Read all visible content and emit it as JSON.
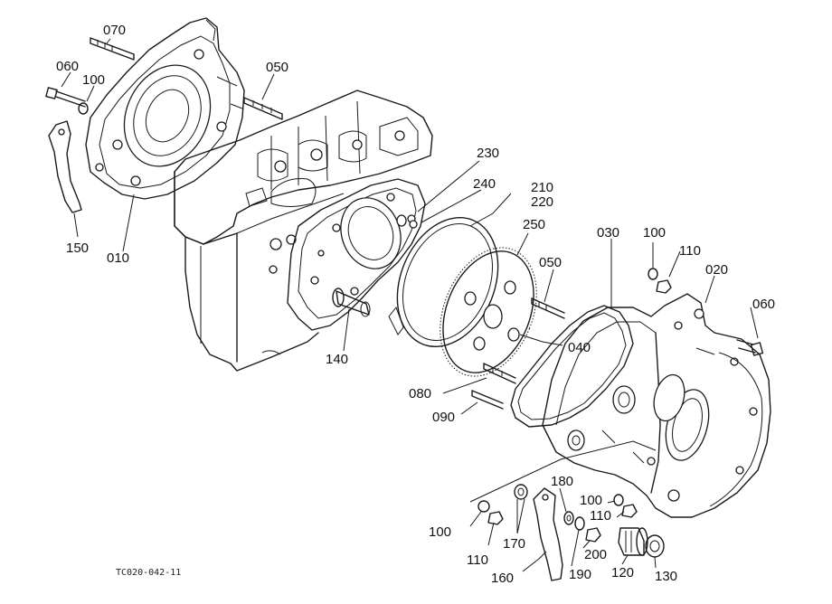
{
  "diagram": {
    "labels": [
      {
        "id": "l070a",
        "text": "070"
      },
      {
        "id": "l060a",
        "text": "060"
      },
      {
        "id": "l100a",
        "text": "100"
      },
      {
        "id": "l050a",
        "text": "050"
      },
      {
        "id": "l150",
        "text": "150"
      },
      {
        "id": "l010",
        "text": "010"
      },
      {
        "id": "l230",
        "text": "230"
      },
      {
        "id": "l240",
        "text": "240"
      },
      {
        "id": "l210",
        "text": "210"
      },
      {
        "id": "l220",
        "text": "220"
      },
      {
        "id": "l250",
        "text": "250"
      },
      {
        "id": "l030",
        "text": "030"
      },
      {
        "id": "l100b",
        "text": "100"
      },
      {
        "id": "l110a",
        "text": "110"
      },
      {
        "id": "l020",
        "text": "020"
      },
      {
        "id": "l050b",
        "text": "050"
      },
      {
        "id": "l060b",
        "text": "060"
      },
      {
        "id": "l140",
        "text": "140"
      },
      {
        "id": "l040",
        "text": "040"
      },
      {
        "id": "l080",
        "text": "080"
      },
      {
        "id": "l090",
        "text": "090"
      },
      {
        "id": "l180",
        "text": "180"
      },
      {
        "id": "l100c",
        "text": "100"
      },
      {
        "id": "l110b",
        "text": "110"
      },
      {
        "id": "l100d",
        "text": "100"
      },
      {
        "id": "l110c",
        "text": "110"
      },
      {
        "id": "l170",
        "text": "170"
      },
      {
        "id": "l200",
        "text": "200"
      },
      {
        "id": "l160",
        "text": "160"
      },
      {
        "id": "l190",
        "text": "190"
      },
      {
        "id": "l120",
        "text": "120"
      },
      {
        "id": "l130",
        "text": "130"
      }
    ],
    "drawing_code": "TC020-042-11"
  }
}
